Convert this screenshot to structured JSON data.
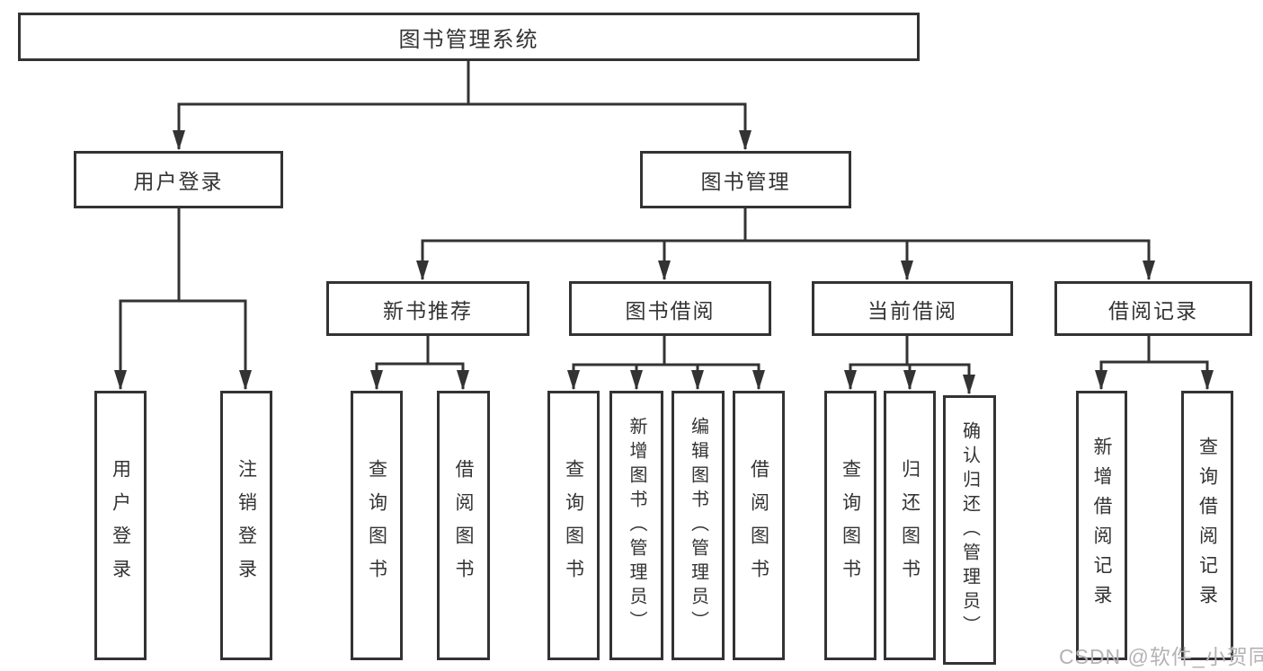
{
  "style": {
    "line_color": "#333333",
    "text_color": "#333333",
    "background": "#ffffff",
    "watermark_color": "#b3b3b3"
  },
  "watermark": {
    "text": "CSDN @软件_小贺同学"
  },
  "tree": {
    "root": {
      "label": "图书管理系统"
    },
    "children": [
      {
        "label": "用户登录",
        "children": [
          {
            "label": "用户登录"
          },
          {
            "label": "注销登录"
          }
        ]
      },
      {
        "label": "图书管理",
        "children": [
          {
            "label": "新书推荐",
            "children": [
              {
                "label": "查询图书"
              },
              {
                "label": "借阅图书"
              }
            ]
          },
          {
            "label": "图书借阅",
            "children": [
              {
                "label": "查询图书"
              },
              {
                "label": "新增图书（管理员）"
              },
              {
                "label": "编辑图书（管理员）"
              },
              {
                "label": "借阅图书"
              }
            ]
          },
          {
            "label": "当前借阅",
            "children": [
              {
                "label": "查询图书"
              },
              {
                "label": "归还图书"
              },
              {
                "label": "确认归还（管理员）"
              }
            ]
          },
          {
            "label": "借阅记录",
            "children": [
              {
                "label": "新增借阅记录"
              },
              {
                "label": "查询借阅记录"
              }
            ]
          }
        ]
      }
    ]
  }
}
